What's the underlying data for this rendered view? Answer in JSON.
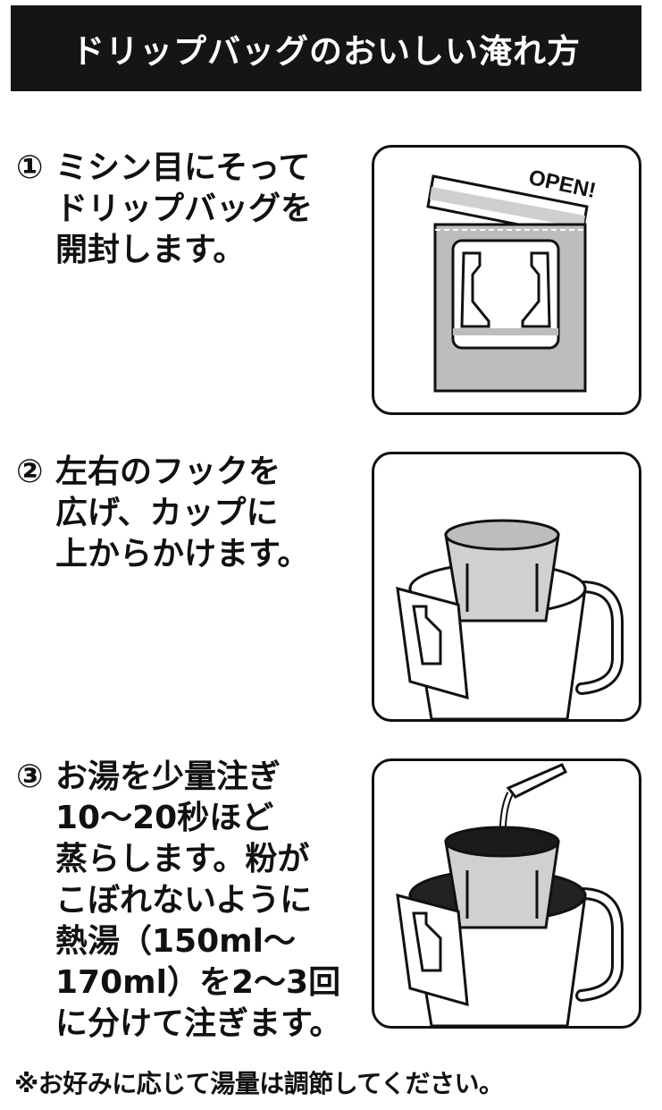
{
  "header": {
    "title": "ドリップバッグのおいしい淹れ方"
  },
  "steps": [
    {
      "number": "①",
      "lines": [
        "ミシン目にそって",
        "ドリップバッグを",
        "開封します。"
      ]
    },
    {
      "number": "②",
      "lines": [
        "左右のフックを",
        "広げ、カップに",
        "上からかけます。"
      ]
    },
    {
      "number": "③",
      "lines": [
        "お湯を少量注ぎ",
        "10〜20秒ほど",
        "蒸らします。粉が",
        "こぼれないように",
        "熱湯（150ml〜",
        "170ml）を2〜3回",
        "に分けて注ぎます。"
      ]
    }
  ],
  "illustration1": {
    "label": "OPEN!"
  },
  "note": "※お好みに応じて湯量は調節してください。"
}
